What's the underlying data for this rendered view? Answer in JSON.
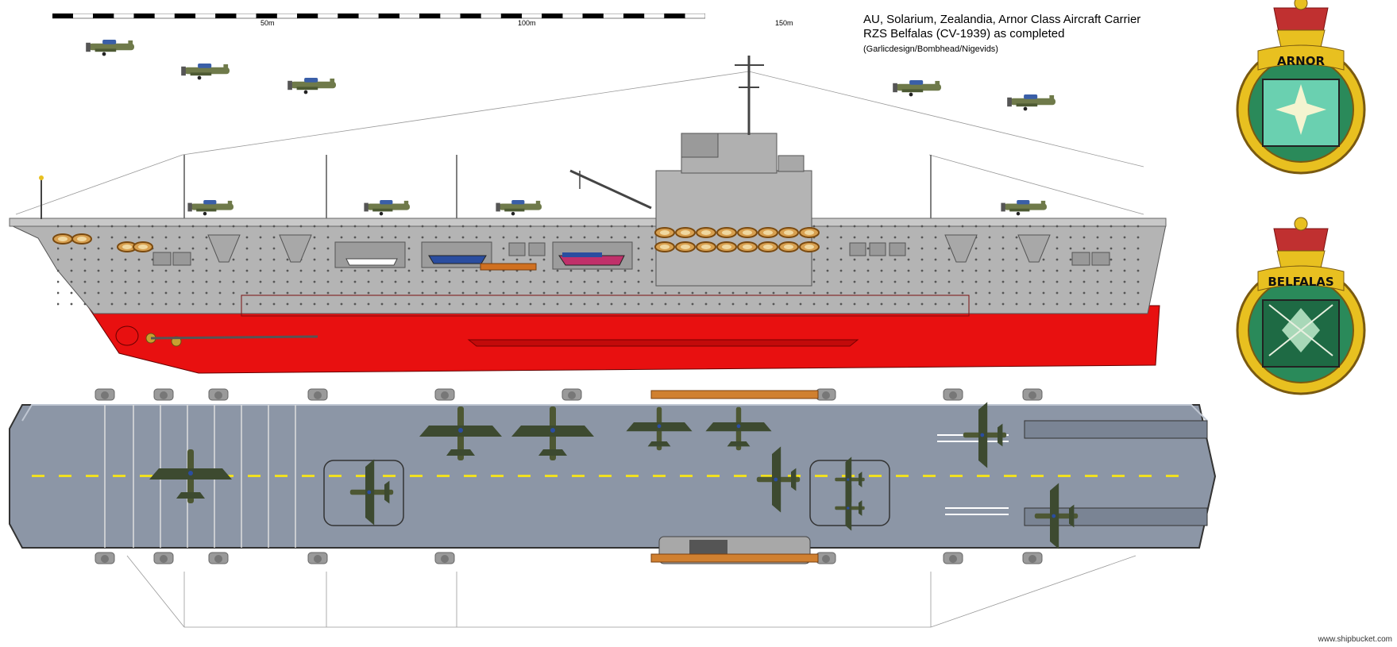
{
  "header": {
    "title_line1": "AU, Solarium, Zealandia, Arnor Class Aircraft Carrier",
    "title_line2": "RZS Belfalas (CV-1939) as completed",
    "credit": "(Garlicdesign/Bombhead/Nigevids)"
  },
  "scale_bar": {
    "labels": [
      "50m",
      "100m",
      "150m"
    ]
  },
  "badges": [
    {
      "name": "ARNOR"
    },
    {
      "name": "BELFALAS"
    }
  ],
  "footer": {
    "watermark": "www.shipbucket.com"
  },
  "colors": {
    "hull_grey": "#b4b4b4",
    "waterline_red": "#e81010",
    "deck_grey": "#8c96a6",
    "badge_gold": "#e8c020",
    "badge_green": "#2a8a5a"
  }
}
